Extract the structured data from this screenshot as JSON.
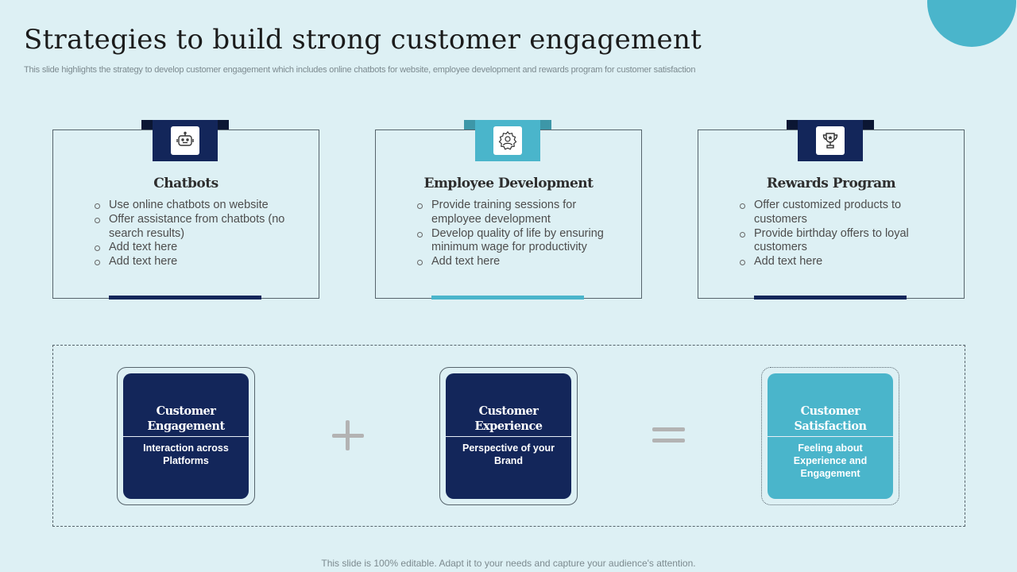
{
  "title": "Strategies to build strong customer engagement",
  "subtitle": "This slide highlights the strategy to develop customer engagement which includes online chatbots for website, employee development and rewards program for customer satisfaction",
  "cards": [
    {
      "title": "Chatbots",
      "icon": "chatbot-icon",
      "accent": "#13265a",
      "items": [
        "Use online chatbots on website",
        "Offer assistance from chatbots (no search results)",
        "Add text here",
        "Add text here"
      ]
    },
    {
      "title": "Employee Development",
      "icon": "employee-gear-icon",
      "accent": "#4ab5cb",
      "items": [
        "Provide training sessions for employee development",
        "Develop quality of life by ensuring minimum wage for productivity",
        "Add text here"
      ]
    },
    {
      "title": "Rewards Program",
      "icon": "trophy-icon",
      "accent": "#13265a",
      "items": [
        "Offer customized products to customers",
        "Provide birthday offers to loyal customers",
        "Add text here"
      ]
    }
  ],
  "equation": [
    {
      "title_line1": "Customer",
      "title_line2": "Engagement",
      "desc": "Interaction across Platforms",
      "color": "#13265a"
    },
    {
      "title_line1": "Customer",
      "title_line2": "Experience",
      "desc": "Perspective of your Brand",
      "color": "#13265a"
    },
    {
      "title_line1": "Customer",
      "title_line2": "Satisfaction",
      "desc": "Feeling about Experience and Engagement",
      "color": "#4ab5cb"
    }
  ],
  "operators": {
    "plus": "plus-icon",
    "equals": "equals-icon"
  },
  "footer": "This slide is 100% editable. Adapt it to your needs and capture your audience's attention."
}
